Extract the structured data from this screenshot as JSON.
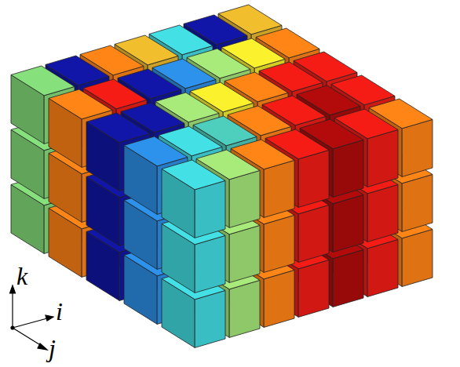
{
  "diagram": {
    "labels": [
      "k",
      "i",
      "j"
    ]
  }
}
